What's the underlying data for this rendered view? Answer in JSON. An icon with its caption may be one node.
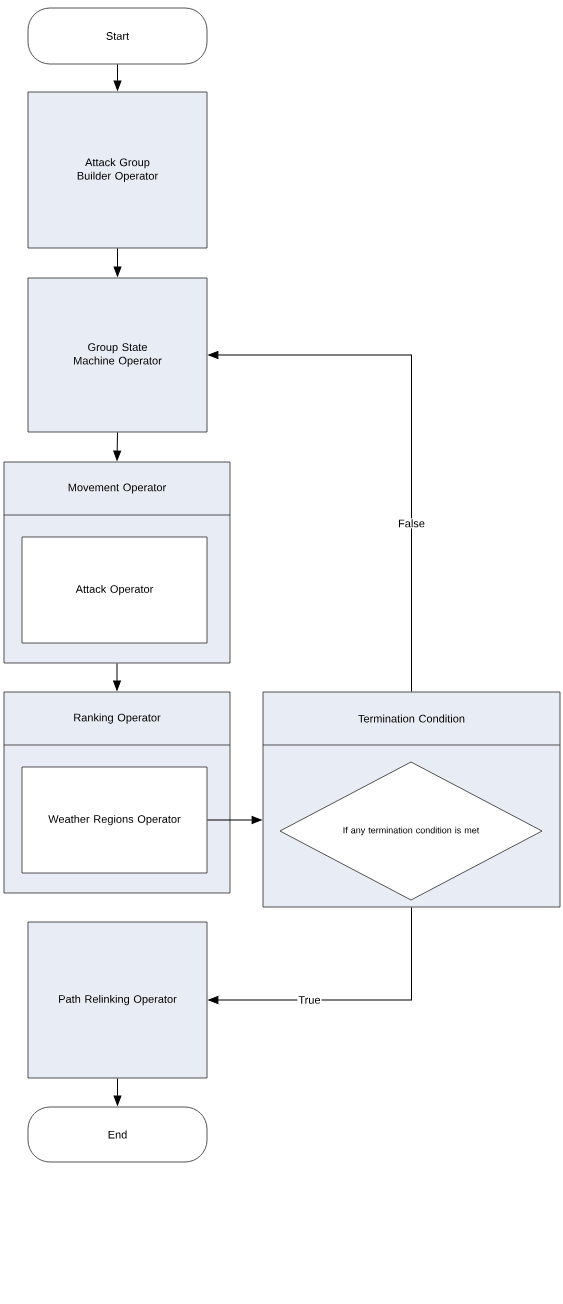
{
  "diagram": {
    "nodes": [
      {
        "text": [
          "Start"
        ]
      },
      {
        "text": [
          "Attack Group Builder Operator"
        ]
      },
      {
        "text": [
          "Group State Machine Operator"
        ]
      },
      {
        "text": [
          "Movement Operator"
        ]
      },
      {
        "text": [
          "Attack Operator"
        ],
        "in": 3
      },
      {
        "text": [
          "Ranking Operator"
        ]
      },
      {
        "text": [
          "Weather Regions Operator"
        ],
        "in": 5
      },
      {
        "text": [
          "Termination Condition"
        ]
      },
      {
        "text": [
          "If any termination condition is met"
        ],
        "in": 7
      },
      {
        "text": [
          "Path Relinking Operator"
        ]
      },
      {
        "text": [
          "End"
        ]
      }
    ],
    "edges": [
      {
        "from": 0,
        "to": 1,
        "arrow": "to"
      },
      {
        "from": 1,
        "to": 2,
        "arrow": "to"
      },
      {
        "from": 2,
        "to": 3,
        "arrow": "to"
      },
      {
        "from": 3,
        "to": 5,
        "arrow": "to"
      },
      {
        "from": 6,
        "to": 7,
        "arrow": "to"
      },
      {
        "from": 7,
        "to": 2,
        "arrow": "to",
        "label": "False"
      },
      {
        "from": 7,
        "to": 9,
        "arrow": "to",
        "label": "True"
      },
      {
        "from": 9,
        "to": 10,
        "arrow": "to"
      }
    ]
  }
}
